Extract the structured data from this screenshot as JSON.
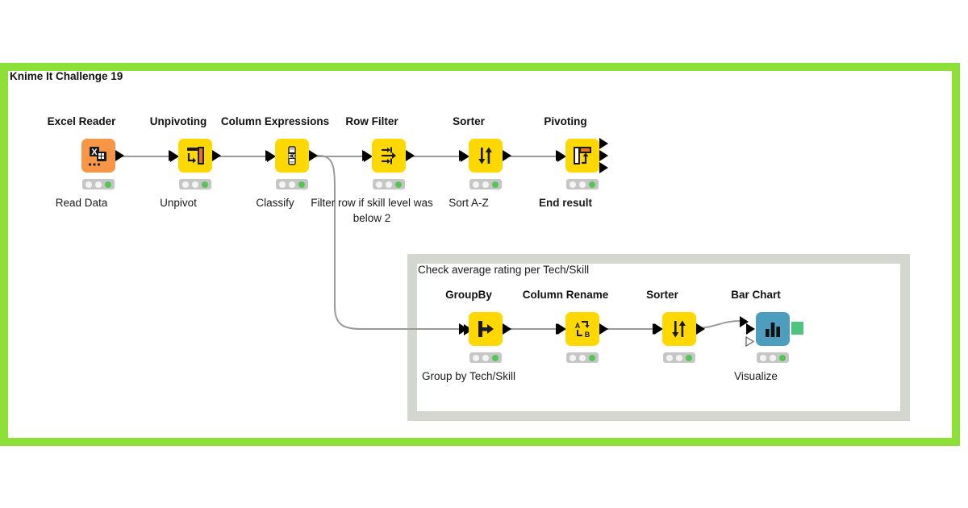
{
  "workflow": {
    "title": "Knime It Challenge 19",
    "frame_color": "#8ce038",
    "background": "#ffffff"
  },
  "annotation": {
    "title": "Check average rating per Tech/Skill",
    "border_color": "#d4d7cf"
  },
  "colors": {
    "node_yellow": "#ffd800",
    "node_orange": "#f79646",
    "node_teal": "#4d9dbf",
    "status_ok": "#55c552",
    "status_bar": "#c6c6c6",
    "wire": "#9a9a9a"
  },
  "top_row": [
    {
      "title": "Excel Reader",
      "icon": "excel-spreadsheet-icon",
      "caption": "Read Data",
      "caption_bold": false,
      "color": "#f79646",
      "status": [
        "off",
        "off",
        "on"
      ],
      "inputs": 0,
      "outputs": 1
    },
    {
      "title": "Unpivoting",
      "icon": "unpivot-table-icon",
      "caption": "Unpivot",
      "caption_bold": false,
      "color": "#ffd800",
      "status": [
        "off",
        "off",
        "on"
      ],
      "inputs": 1,
      "outputs": 1
    },
    {
      "title": "Column Expressions",
      "icon": "expression-ex-icon",
      "caption": "Classify",
      "caption_bold": false,
      "color": "#ffd800",
      "status": [
        "off",
        "off",
        "on"
      ],
      "inputs": 1,
      "outputs": 1
    },
    {
      "title": "Row Filter",
      "icon": "row-filter-arrows-icon",
      "caption": "Filter row if skill level was below 2",
      "caption_bold": false,
      "color": "#ffd800",
      "status": [
        "off",
        "off",
        "on"
      ],
      "inputs": 1,
      "outputs": 1
    },
    {
      "title": "Sorter",
      "icon": "sort-updown-arrows-icon",
      "caption": "Sort A-Z",
      "caption_bold": false,
      "color": "#ffd800",
      "status": [
        "off",
        "off",
        "on"
      ],
      "inputs": 1,
      "outputs": 1
    },
    {
      "title": "Pivoting",
      "icon": "pivot-table-icon",
      "caption": "End result",
      "caption_bold": true,
      "color": "#ffd800",
      "status": [
        "off",
        "off",
        "on"
      ],
      "inputs": 1,
      "outputs": 3
    }
  ],
  "bottom_row": [
    {
      "title": "GroupBy",
      "icon": "groupby-bracket-icon",
      "caption": "Group by  Tech/Skill",
      "caption_bold": false,
      "color": "#ffd800",
      "status": [
        "off",
        "off",
        "on"
      ],
      "inputs": 1,
      "outputs": 1
    },
    {
      "title": "Column Rename",
      "icon": "column-rename-ab-icon",
      "caption": "",
      "caption_bold": false,
      "color": "#ffd800",
      "status": [
        "off",
        "off",
        "on"
      ],
      "inputs": 1,
      "outputs": 1
    },
    {
      "title": "Sorter",
      "icon": "sort-updown-arrows-icon",
      "caption": "",
      "caption_bold": false,
      "color": "#ffd800",
      "status": [
        "off",
        "off",
        "on"
      ],
      "inputs": 1,
      "outputs": 1
    },
    {
      "title": "Bar Chart",
      "icon": "bar-chart-icon",
      "caption": "Visualize",
      "caption_bold": false,
      "color": "#4d9dbf",
      "status": [
        "off",
        "off",
        "on"
      ],
      "inputs": 2,
      "outputs": 1
    }
  ]
}
